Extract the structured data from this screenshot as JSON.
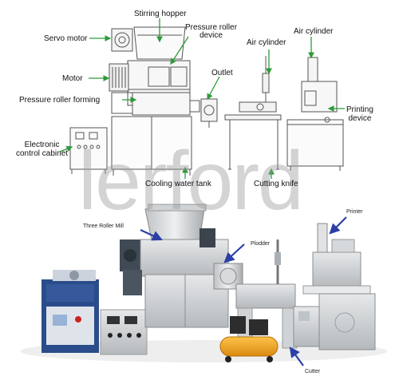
{
  "watermark": "lerford",
  "top_diagram": {
    "labels": {
      "stirring_hopper": "Stirring hopper",
      "pressure_roller_device": "Pressure roller\ndevice",
      "servo_motor": "Servo motor",
      "air_cylinder_1": "Air cylinder",
      "air_cylinder_2": "Air cylinder",
      "outlet": "Outlet",
      "motor": "Motor",
      "pressure_roller_forming": "Pressure roller forming",
      "printing_device": "Printing\ndevice",
      "electronic_control_cabinet": "Electronic\ncontrol cabinet",
      "cooling_water_tank": "Cooling water tank",
      "cutting_knife": "Cutting knife"
    }
  },
  "bottom_photo": {
    "labels": {
      "three_roller_mill": "Three Roller Mill",
      "printer": "Printer",
      "plodder": "Plodder",
      "cutter": "Cutter"
    }
  },
  "colors": {
    "arrow": "#2e9a3a",
    "photo_arrow": "#2b3fa6",
    "line_drawing": "#555555",
    "orange_tank": "#f0a020",
    "chiller_blue": "#2a4c8a"
  }
}
